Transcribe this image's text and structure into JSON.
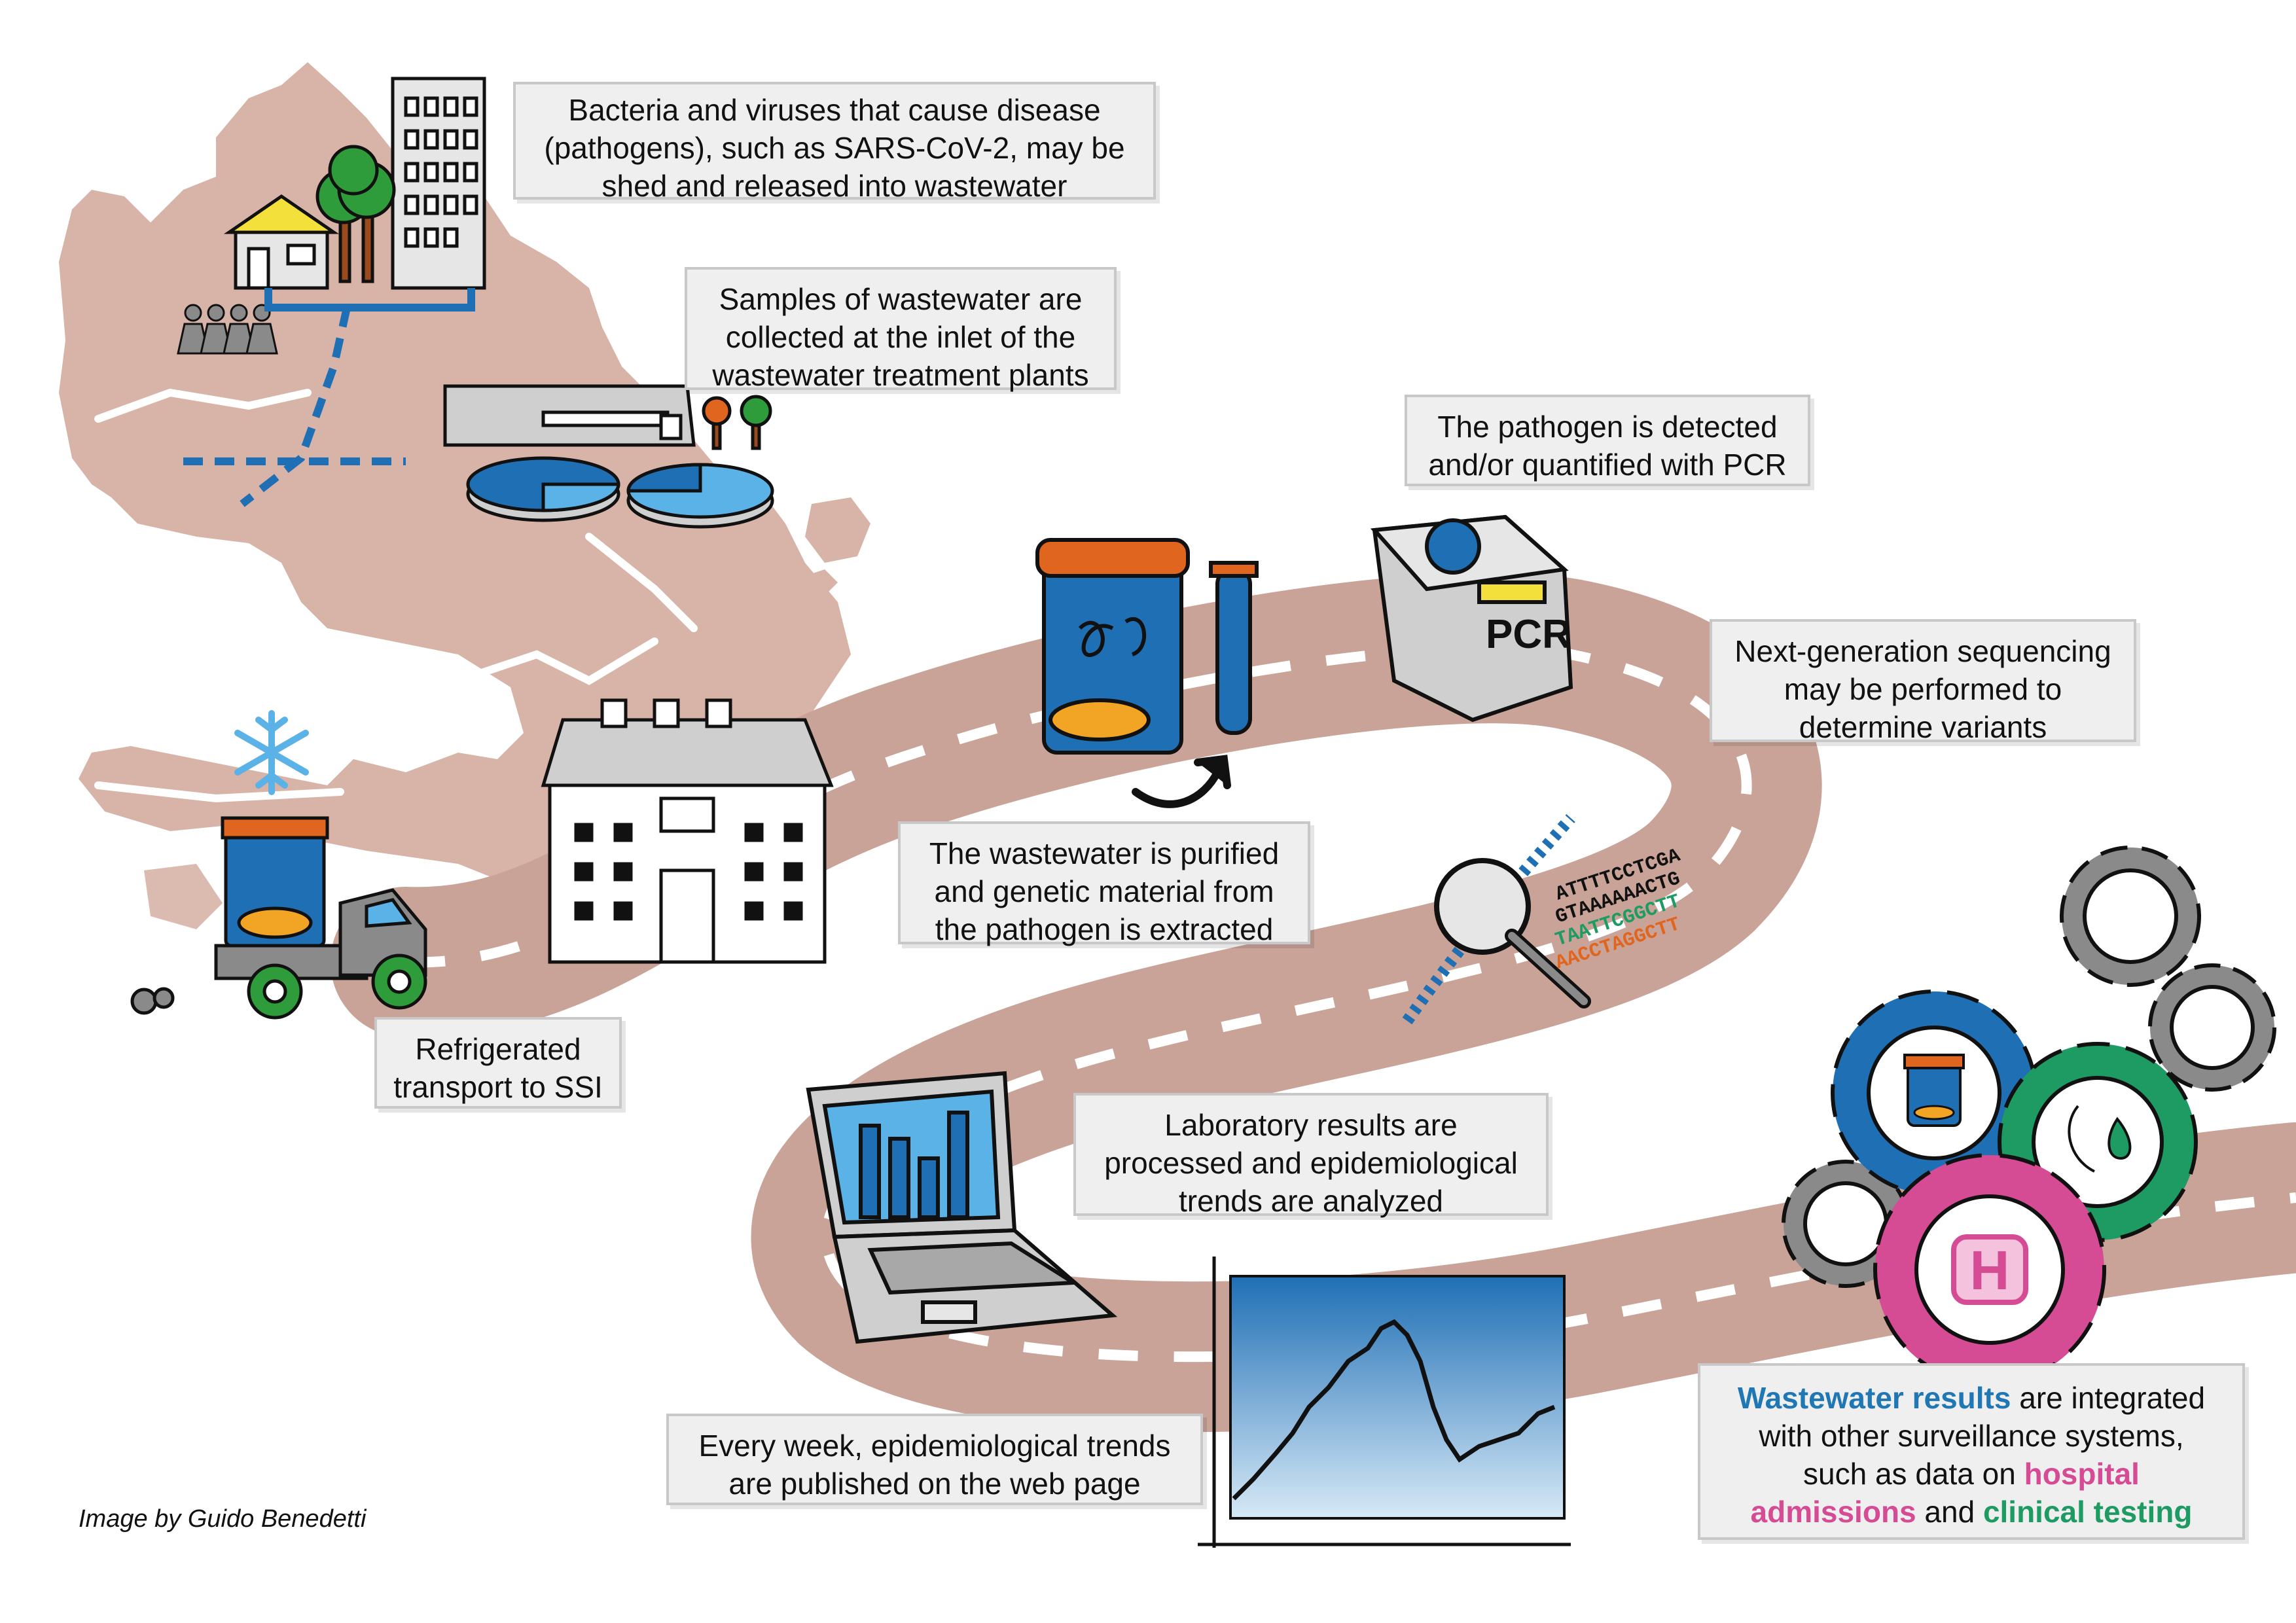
{
  "notes": {
    "pathogens": [
      "Bacteria and viruses that cause disease",
      "(pathogens), such as SARS-CoV-2, may be",
      "shed and released into wastewater"
    ],
    "samples": [
      "Samples of wastewater are",
      "collected at the inlet of the",
      "wastewater treatment plants"
    ],
    "pcr": [
      "The pathogen is detected",
      "and/or quantified with PCR"
    ],
    "ngs": [
      "Next-generation sequencing",
      "may be performed to",
      "determine variants"
    ],
    "purified": [
      "The wastewater is purified",
      "and genetic material from",
      "the pathogen is extracted"
    ],
    "transport": [
      "Refrigerated",
      "transport to SSI"
    ],
    "lab": [
      "Laboratory results are",
      "processed and epidemiological",
      "trends are analyzed"
    ],
    "weekly": [
      "Every week, epidemiological trends",
      "are published on the web page"
    ],
    "integrated": {
      "wastewater_results": "Wastewater results",
      "rest1": " are integrated",
      "line2": "with other surveillance systems,",
      "line3a": "such as data on ",
      "hospital": "hospital",
      "admissions": "admissions",
      "and": " and ",
      "clinical": "clinical testing"
    }
  },
  "pcr_machine_label": "PCR",
  "hospital_letter": "H",
  "dna_sequences": [
    "ATTTTCCTCGA",
    "GTAAAAAACTG",
    "TAATTCGGCTT",
    "AACCTAGGCTT"
  ],
  "credit": "Image by Guido Benedetti",
  "colors": {
    "map": "#d7b4a7",
    "road": "#c9a397",
    "blue": "#1f6fb5",
    "light_blue": "#5bb2e6",
    "orange": "#e0651e",
    "pink": "#d54c95",
    "green": "#1e9a63",
    "gray_gear": "#8a8a8a"
  }
}
